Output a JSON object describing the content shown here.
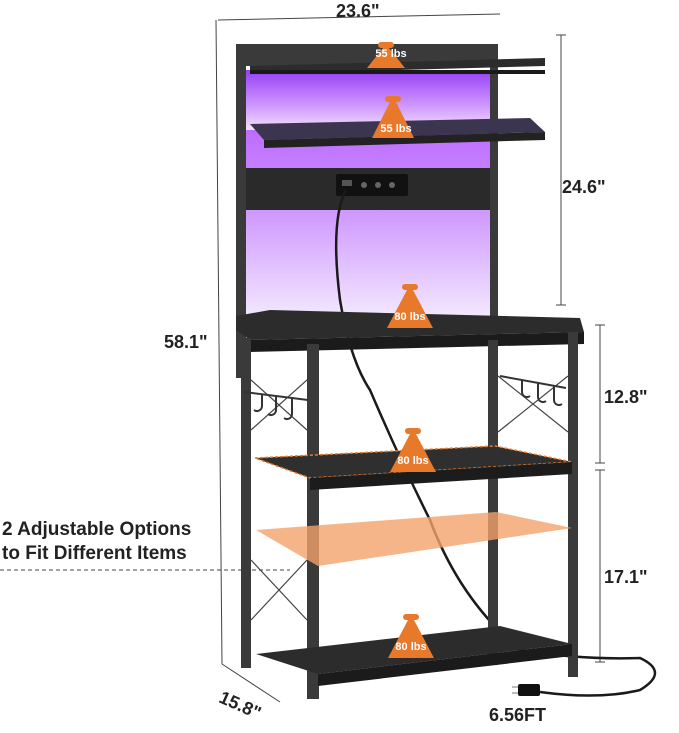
{
  "dimensions": {
    "width": "23.6\"",
    "total_height": "58.1\"",
    "hutch_height": "24.6\"",
    "middle_gap": "12.8\"",
    "lower_gap": "17.1\"",
    "depth": "15.8\"",
    "cord_length": "6.56FT"
  },
  "weights": {
    "top_shelf": "55 lbs",
    "second_shelf": "55 lbs",
    "countertop": "80 lbs",
    "middle_shelf": "80 lbs",
    "bottom_shelf": "80 lbs"
  },
  "callout": {
    "line1": "2 Adjustable Options",
    "line2": "to Fit Different Items"
  },
  "colors": {
    "frame": "#3a3a3a",
    "shelf_top": "#2c2c2c",
    "weight_badge": "#e8782a",
    "adjust_shelf": "#f2a36b",
    "led_glow": "#a64bf0"
  },
  "icons": [
    "weight-icon",
    "power-strip-icon",
    "plug-icon",
    "hook-icon"
  ]
}
